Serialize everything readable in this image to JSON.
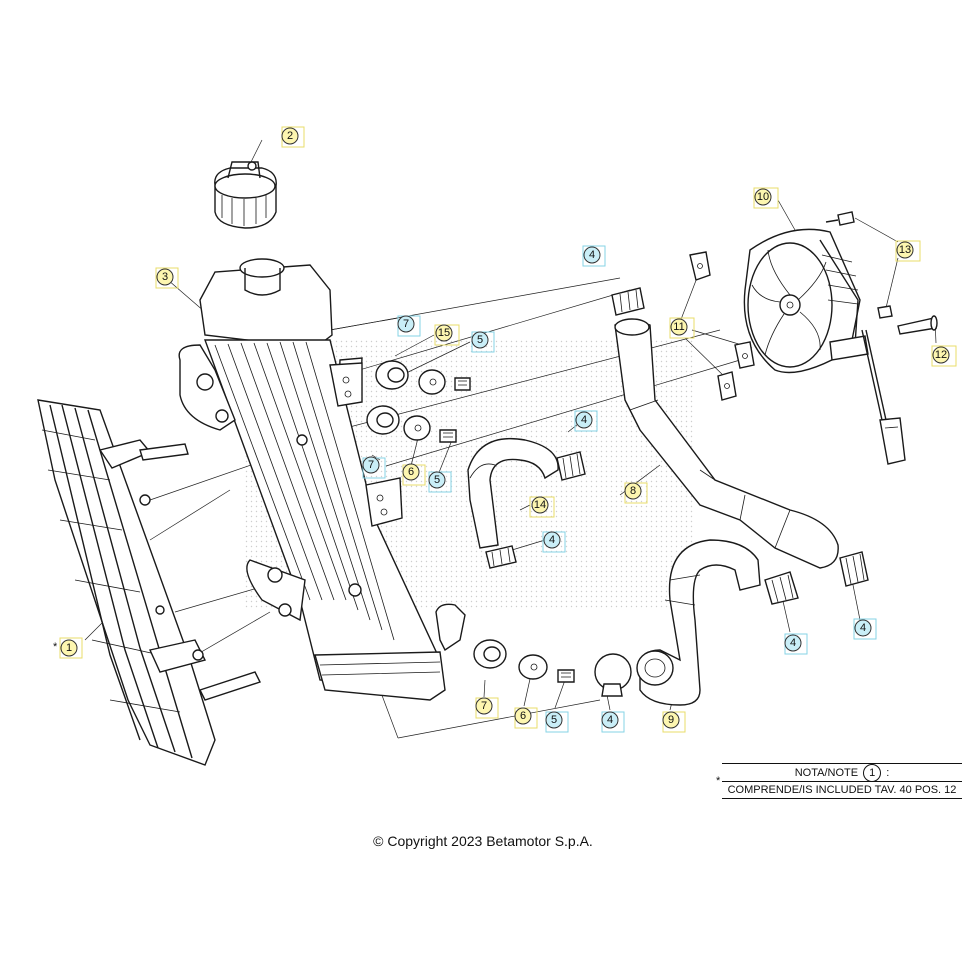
{
  "diagram": {
    "labels": {
      "l1": "1",
      "l2": "2",
      "l3": "3",
      "l4a": "4",
      "l4b": "4",
      "l4c": "4",
      "l4d": "4",
      "l4e": "4",
      "l4f": "4",
      "l5a": "5",
      "l5b": "5",
      "l5c": "5",
      "l6a": "6",
      "l6b": "6",
      "l7a": "7",
      "l7b": "7",
      "l7c": "7",
      "l8": "8",
      "l9": "9",
      "l10": "10",
      "l11": "11",
      "l12": "12",
      "l13": "13",
      "l14": "14",
      "l15": "15"
    },
    "colors": {
      "part_label_yellow": "#fdf6b0",
      "part_label_blue": "#c9eef7"
    }
  },
  "note": {
    "title_prefix": "NOTA/NOTE",
    "ref": "1",
    "title_suffix": ":",
    "text": "COMPRENDE/IS INCLUDED TAV. 40 POS. 12",
    "asterisk": "*"
  },
  "asterisk_part1": "*",
  "copyright": "© Copyright 2023 Betamotor S.p.A."
}
